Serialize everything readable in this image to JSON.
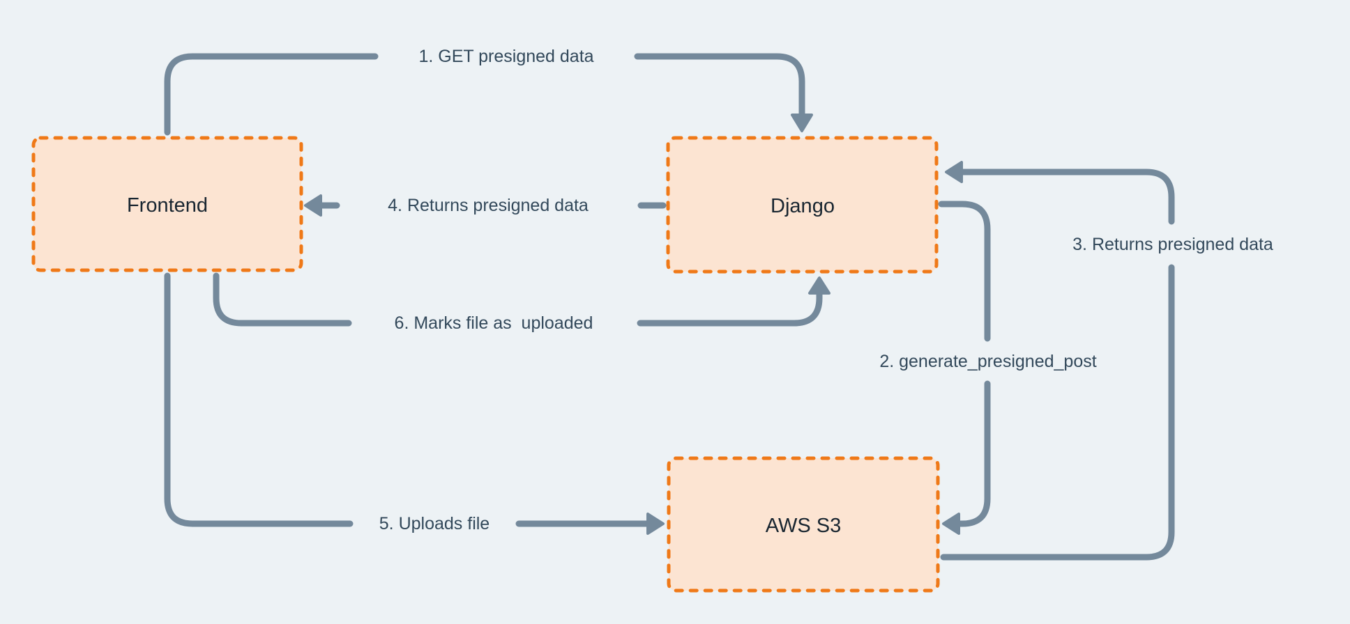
{
  "colors": {
    "background": "#edf2f5",
    "node_fill": "#fce4d2",
    "node_border": "#ef7918",
    "node_text": "#182530",
    "arrow": "#74899b",
    "label_text": "#32485a"
  },
  "diagram": {
    "nodes": [
      {
        "id": "frontend",
        "label": "Frontend"
      },
      {
        "id": "django",
        "label": "Django"
      },
      {
        "id": "aws-s3",
        "label": "AWS S3"
      }
    ],
    "flows": [
      {
        "step": "1",
        "label": "1. GET presigned data",
        "from": "Frontend",
        "to": "Django"
      },
      {
        "step": "2",
        "label": "2. generate_presigned_post",
        "from": "Django",
        "to": "AWS S3"
      },
      {
        "step": "3",
        "label": "3. Returns presigned data",
        "from": "AWS S3",
        "to": "Django"
      },
      {
        "step": "4",
        "label": "4. Returns presigned data",
        "from": "Django",
        "to": "Frontend"
      },
      {
        "step": "5",
        "label": "5. Uploads file",
        "from": "Frontend",
        "to": "AWS S3"
      },
      {
        "step": "6",
        "label": "6. Marks file as  uploaded",
        "from": "Frontend",
        "to": "Django"
      }
    ]
  }
}
